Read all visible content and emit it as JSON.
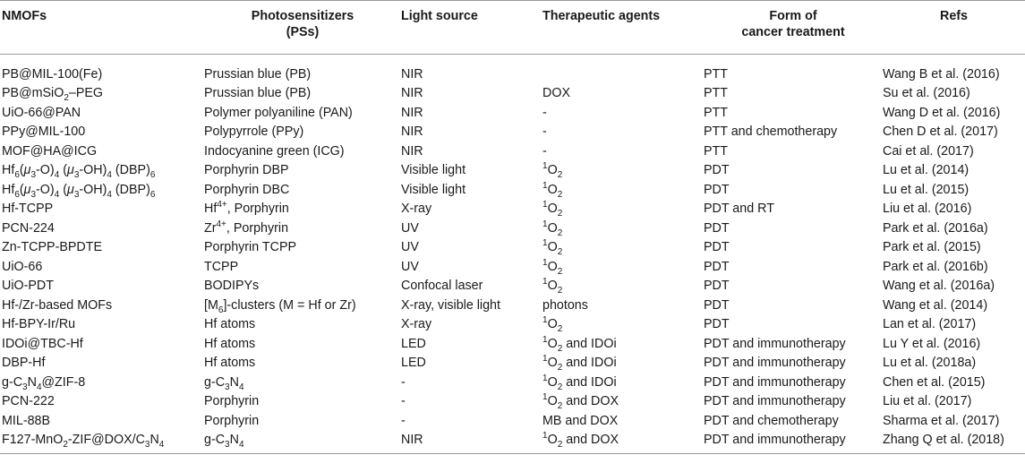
{
  "table": {
    "headers": [
      "NMOFs",
      "Photosensitizers (PSs)",
      "Light source",
      "Therapeutic agents",
      "Form of cancer treatment",
      "Refs"
    ],
    "rows": [
      [
        "PB@MIL-100(Fe)",
        "Prussian blue (PB)",
        "NIR",
        "",
        "PTT",
        "Wang B et al. (2016)"
      ],
      [
        "PB@mSiO<sub>2</sub>–PEG",
        "Prussian blue (PB)",
        "NIR",
        "DOX",
        "PTT",
        "Su et al. (2016)"
      ],
      [
        "UiO-66@PAN",
        "Polymer polyaniline (PAN)",
        "NIR",
        "-",
        "PTT",
        "Wang D et al. (2016)"
      ],
      [
        "PPy@MIL-100",
        "Polypyrrole (PPy)",
        "NIR",
        "-",
        "PTT and chemotherapy",
        "Chen D et al. (2017)"
      ],
      [
        "MOF@HA@ICG",
        "Indocyanine green (ICG)",
        "NIR",
        "-",
        "PTT",
        "Cai et al. (2017)"
      ],
      [
        "Hf<sub>6</sub>(<i>μ</i><sub>3</sub>-O)<sub>4</sub> (<i>μ</i><sub>3</sub>-OH)<sub>4</sub> (DBP)<sub>6</sub>",
        "Porphyrin DBP",
        "Visible light",
        "<sup>1</sup>O<sub>2</sub>",
        "PDT",
        "Lu et al. (2014)"
      ],
      [
        "Hf<sub>6</sub>(<i>μ</i><sub>3</sub>-O)<sub>4</sub> (<i>μ</i><sub>3</sub>-OH)<sub>4</sub> (DBP)<sub>6</sub>",
        "Porphyrin DBC",
        "Visible light",
        "<sup>1</sup>O<sub>2</sub>",
        "PDT",
        "Lu et al. (2015)"
      ],
      [
        "Hf-TCPP",
        "Hf<sup>4+</sup>, Porphyrin",
        "X-ray",
        "<sup>1</sup>O<sub>2</sub>",
        "PDT and RT",
        "Liu et al. (2016)"
      ],
      [
        "PCN-224",
        "Zr<sup>4+</sup>, Porphyrin",
        "UV",
        "<sup>1</sup>O<sub>2</sub>",
        "PDT",
        "Park et al. (2016a)"
      ],
      [
        "Zn-TCPP-BPDTE",
        "Porphyrin TCPP",
        "UV",
        "<sup>1</sup>O<sub>2</sub>",
        "PDT",
        "Park et al. (2015)"
      ],
      [
        "UiO-66",
        "TCPP",
        "UV",
        "<sup>1</sup>O<sub>2</sub>",
        "PDT",
        "Park et al. (2016b)"
      ],
      [
        "UiO-PDT",
        "BODIPYs",
        "Confocal laser",
        "<sup>1</sup>O<sub>2</sub>",
        "PDT",
        "Wang et al. (2016a)"
      ],
      [
        "Hf-/Zr-based MOFs",
        "[M<sub>6</sub>]-clusters (M = Hf or Zr)",
        "X-ray, visible light",
        "photons",
        "PDT",
        "Wang et al. (2014)"
      ],
      [
        "Hf-BPY-Ir/Ru",
        "Hf atoms",
        "X-ray",
        "<sup>1</sup>O<sub>2</sub>",
        "PDT",
        "Lan et al. (2017)"
      ],
      [
        "IDOi@TBC-Hf",
        "Hf atoms",
        "LED",
        "<sup>1</sup>O<sub>2</sub> and IDOi",
        "PDT and immunotherapy",
        "Lu Y et al. (2016)"
      ],
      [
        "DBP-Hf",
        "Hf atoms",
        "LED",
        "<sup>1</sup>O<sub>2</sub> and IDOi",
        "PDT and immunotherapy",
        "Lu et al. (2018a)"
      ],
      [
        "g-C<sub>3</sub>N<sub>4</sub>@ZIF-8",
        "g-C<sub>3</sub>N<sub>4</sub>",
        "-",
        "<sup>1</sup>O<sub>2</sub> and IDOi",
        "PDT and immunotherapy",
        "Chen et al. (2015)"
      ],
      [
        "PCN-222",
        "Porphyrin",
        "-",
        "<sup>1</sup>O<sub>2</sub> and DOX",
        "PDT and immunotherapy",
        "Liu et al. (2017)"
      ],
      [
        "MIL-88B",
        "Porphyrin",
        "-",
        "MB and DOX",
        "PDT and chemotherapy",
        "Sharma et al. (2017)"
      ],
      [
        "F127-MnO<sub>2</sub>-ZIF@DOX/C<sub>3</sub>N<sub>4</sub>",
        "g-C<sub>3</sub>N<sub>4</sub>",
        "NIR",
        "<sup>1</sup>O<sub>2</sub> and DOX",
        "PDT and immunotherapy",
        "Zhang Q et al. (2018)"
      ]
    ]
  }
}
